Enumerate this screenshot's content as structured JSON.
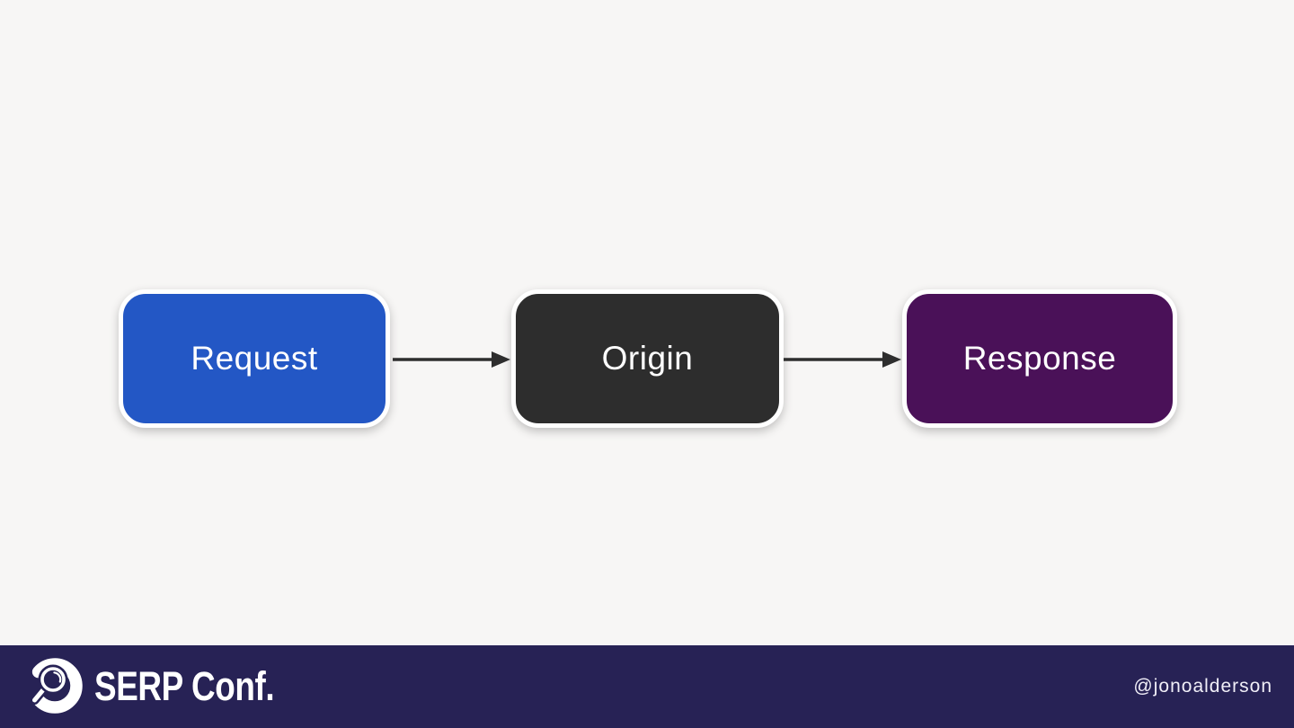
{
  "slide": {
    "background_color": "#f7f6f5",
    "diagram": {
      "nodes": [
        {
          "id": "request",
          "label": "Request",
          "color": "#2357c5",
          "text_color": "#ffffff"
        },
        {
          "id": "origin",
          "label": "Origin",
          "color": "#2d2d2d",
          "text_color": "#ffffff"
        },
        {
          "id": "response",
          "label": "Response",
          "color": "#4a1158",
          "text_color": "#ffffff"
        }
      ],
      "connectors": [
        {
          "from": "request",
          "to": "origin"
        },
        {
          "from": "origin",
          "to": "response"
        }
      ],
      "arrow_color": "#2e2e2e"
    },
    "footer": {
      "background_color": "#272255",
      "logo_icon": "magnifying-glass-logo",
      "brand_name": "SERP Conf.",
      "handle": "@jonoalderson",
      "brand_text_color": "#ffffff",
      "handle_text_color": "#f0eef7"
    }
  }
}
